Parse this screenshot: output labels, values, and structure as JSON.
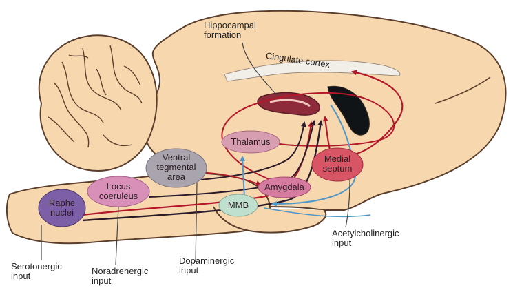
{
  "regions": {
    "hippocampal_formation": [
      "Hippocampal",
      "formation"
    ],
    "cingulate_cortex": "Cingulate cortex",
    "thalamus": "Thalamus",
    "medial_septum": [
      "Medial",
      "septum"
    ],
    "ventral_tegmental_area": [
      "Ventral",
      "tegmental",
      "area"
    ],
    "locus_coeruleus": [
      "Locus",
      "coeruleus"
    ],
    "amygdala": "Amygdala",
    "raphe_nuclei": [
      "Raphe",
      "nuclei"
    ],
    "mmb": "MMB"
  },
  "inputs": {
    "serotonergic": [
      "Serotonergic",
      "input"
    ],
    "noradrenergic": [
      "Noradrenergic",
      "input"
    ],
    "dopaminergic": [
      "Dopaminergic",
      "input"
    ],
    "acetylcholinergic": [
      "Acetylcholinergic",
      "input"
    ]
  },
  "colors": {
    "brain_fill": "#f6d7ae",
    "brain_outline": "#5a3e2b",
    "red_pathway": "#b3182a",
    "dark_pathway": "#2b1b2a",
    "blue_pathway": "#4f97c9",
    "raphe": "#7d5fa8",
    "locus": "#d88fb8",
    "vta": "#a9a4ad",
    "thalamus": "#d79db1",
    "septum": "#d85565",
    "amygdala": "#d77ca1",
    "mmb": "#bfe0cf"
  }
}
